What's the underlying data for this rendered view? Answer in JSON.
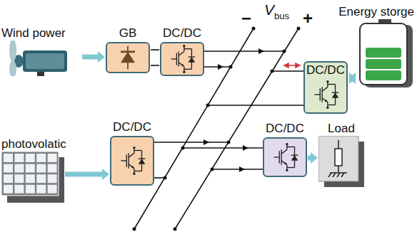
{
  "diagram": {
    "nodes": [
      {
        "text": [
          "Wind power"
        ]
      },
      {
        "text": [
          "GB"
        ]
      },
      {
        "text": [
          "DC/DC"
        ]
      },
      {
        "text": [
          "Energy storge"
        ]
      },
      {
        "text": [
          "DC/DC"
        ]
      },
      {
        "text": [
          "photovolatic"
        ]
      },
      {
        "text": [
          "DC/DC"
        ]
      },
      {
        "text": [
          "DC/DC"
        ]
      },
      {
        "text": [
          "Load"
        ]
      }
    ],
    "edges": [
      {
        "from": 0,
        "to": 1,
        "arrow": "to"
      },
      {
        "from": 1,
        "to": 2,
        "arrow": "none"
      },
      {
        "from": 4,
        "to": 3,
        "arrow": "both"
      },
      {
        "from": 5,
        "to": 6,
        "arrow": "to"
      },
      {
        "from": 7,
        "to": 8,
        "arrow": "to"
      }
    ],
    "labels": [
      "V",
      "bus",
      "−",
      "+"
    ]
  }
}
